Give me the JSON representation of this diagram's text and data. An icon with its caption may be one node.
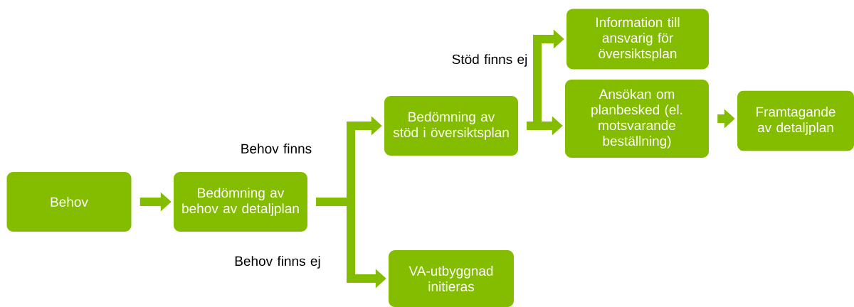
{
  "diagram": {
    "nodes": [
      {
        "text": [
          "Behov"
        ]
      },
      {
        "text": [
          "Bedömning av behov av detaljplan"
        ]
      },
      {
        "text": [
          "Bedömning av stöd i översiktsplan"
        ]
      },
      {
        "text": [
          "VA-utbyggnad initieras"
        ]
      },
      {
        "text": [
          "Information till ansvarig för översiktsplan"
        ]
      },
      {
        "text": [
          "Ansökan om planbesked (el. motsvarande beställning)"
        ]
      },
      {
        "text": [
          "Framtagande av detaljplan"
        ]
      }
    ],
    "edges": [
      {
        "from": 0,
        "to": 1,
        "arrow": "to"
      },
      {
        "from": 1,
        "to": 2,
        "arrow": "to",
        "label": "Behov finns"
      },
      {
        "from": 1,
        "to": 3,
        "arrow": "to",
        "label": "Behov finns ej"
      },
      {
        "from": 2,
        "to": 4,
        "arrow": "to",
        "label": "Stöd finns ej"
      },
      {
        "from": 2,
        "to": 5,
        "arrow": "to"
      },
      {
        "from": 5,
        "to": 6,
        "arrow": "to"
      }
    ]
  }
}
